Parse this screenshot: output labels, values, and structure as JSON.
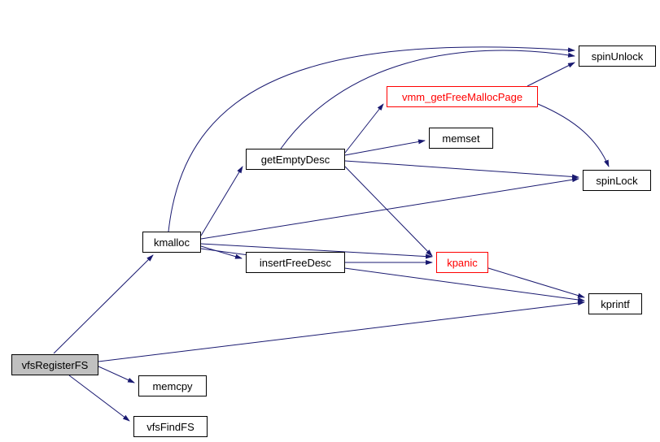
{
  "diagram": {
    "type": "call-graph",
    "background": "#ffffff",
    "edge_color": "#191970",
    "nodes": {
      "vfsRegisterFS": {
        "label": "vfsRegisterFS",
        "fill": "#c0c0c0",
        "border": "#000000",
        "text": "#000000"
      },
      "memcpy": {
        "label": "memcpy",
        "fill": "#ffffff",
        "border": "#000000",
        "text": "#000000"
      },
      "vfsFindFS": {
        "label": "vfsFindFS",
        "fill": "#ffffff",
        "border": "#000000",
        "text": "#000000"
      },
      "kmalloc": {
        "label": "kmalloc",
        "fill": "#ffffff",
        "border": "#000000",
        "text": "#000000"
      },
      "insertFreeDesc": {
        "label": "insertFreeDesc",
        "fill": "#ffffff",
        "border": "#000000",
        "text": "#000000"
      },
      "getEmptyDesc": {
        "label": "getEmptyDesc",
        "fill": "#ffffff",
        "border": "#000000",
        "text": "#000000"
      },
      "vmm_getFreeMallocPage": {
        "label": "vmm_getFreeMallocPage",
        "fill": "#ffffff",
        "border": "#ff0000",
        "text": "#ff0000"
      },
      "memset": {
        "label": "memset",
        "fill": "#ffffff",
        "border": "#000000",
        "text": "#000000"
      },
      "spinLock": {
        "label": "spinLock",
        "fill": "#ffffff",
        "border": "#000000",
        "text": "#000000"
      },
      "spinUnlock": {
        "label": "spinUnlock",
        "fill": "#ffffff",
        "border": "#000000",
        "text": "#000000"
      },
      "kpanic": {
        "label": "kpanic",
        "fill": "#ffffff",
        "border": "#ff0000",
        "text": "#ff0000"
      },
      "kprintf": {
        "label": "kprintf",
        "fill": "#ffffff",
        "border": "#000000",
        "text": "#000000"
      }
    },
    "edges": [
      {
        "from": "vfsRegisterFS",
        "to": "kmalloc"
      },
      {
        "from": "vfsRegisterFS",
        "to": "memcpy"
      },
      {
        "from": "vfsRegisterFS",
        "to": "vfsFindFS"
      },
      {
        "from": "vfsRegisterFS",
        "to": "kprintf"
      },
      {
        "from": "kmalloc",
        "to": "getEmptyDesc"
      },
      {
        "from": "kmalloc",
        "to": "insertFreeDesc"
      },
      {
        "from": "kmalloc",
        "to": "spinLock"
      },
      {
        "from": "kmalloc",
        "to": "spinUnlock"
      },
      {
        "from": "kmalloc",
        "to": "kpanic"
      },
      {
        "from": "kmalloc",
        "to": "kprintf"
      },
      {
        "from": "getEmptyDesc",
        "to": "vmm_getFreeMallocPage"
      },
      {
        "from": "getEmptyDesc",
        "to": "memset"
      },
      {
        "from": "getEmptyDesc",
        "to": "spinLock"
      },
      {
        "from": "getEmptyDesc",
        "to": "spinUnlock"
      },
      {
        "from": "getEmptyDesc",
        "to": "kpanic"
      },
      {
        "from": "vmm_getFreeMallocPage",
        "to": "spinUnlock"
      },
      {
        "from": "vmm_getFreeMallocPage",
        "to": "spinLock"
      },
      {
        "from": "insertFreeDesc",
        "to": "kpanic"
      },
      {
        "from": "kpanic",
        "to": "kprintf"
      }
    ]
  }
}
